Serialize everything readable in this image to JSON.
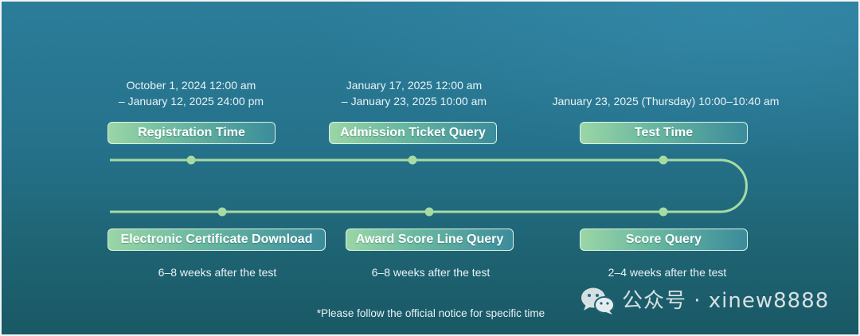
{
  "timeline": {
    "top_row": [
      {
        "label": "Registration Time",
        "time": [
          "October 1, 2024 12:00 am",
          "– January 12, 2025 24:00 pm"
        ]
      },
      {
        "label": "Admission Ticket Query",
        "time": [
          "January 17, 2025 12:00 am",
          "– January 23, 2025 10:00 am"
        ]
      },
      {
        "label": "Test Time",
        "time": [
          "January 23, 2025 (Thursday) 10:00–10:40 am"
        ]
      }
    ],
    "bottom_row": [
      {
        "label": "Electronic Certificate Download",
        "note": "6–8 weeks after the test"
      },
      {
        "label": "Award Score Line Query",
        "note": "6–8 weeks after the test"
      },
      {
        "label": "Score Query",
        "note": "2–4 weeks after the test"
      }
    ]
  },
  "footnote": "*Please follow the official notice for specific time",
  "watermark": {
    "icon": "wechat-icon",
    "text": "公众号 · xinew8888"
  },
  "colors": {
    "background_top": "#2b7d9a",
    "background_bottom": "#1a5865",
    "track": "#a6dba3",
    "pill_start": "#9ad6a6",
    "pill_end": "#3b8c9b",
    "text": "#eaf3f5",
    "watermark": "#e6ecee"
  }
}
